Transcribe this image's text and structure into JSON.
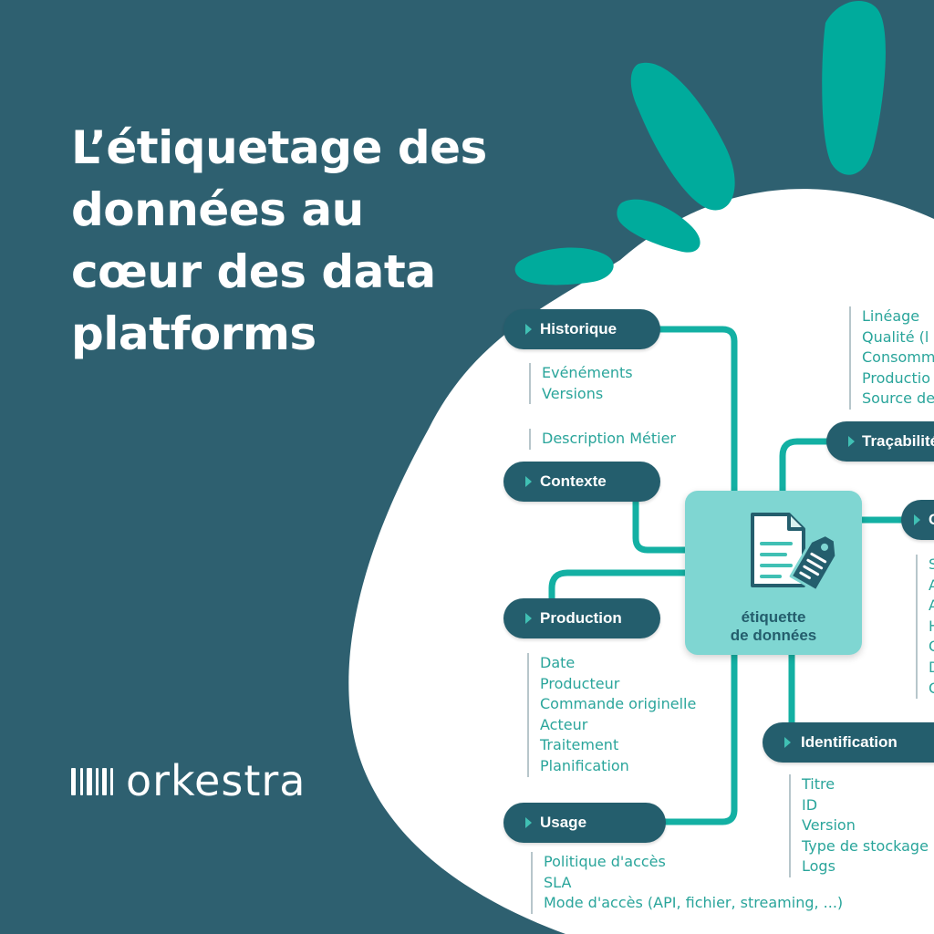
{
  "title_lines": [
    "L’étiquetage des",
    "données au",
    "cœur des data",
    "platforms"
  ],
  "brand": {
    "name": "orkestra"
  },
  "center": {
    "line1": "étiquette",
    "line2": "de données",
    "icon": "document-tag-icon"
  },
  "colors": {
    "background": "#2e6070",
    "blob": "#ffffff",
    "accent": "#00ab9c",
    "pill": "#245e6d",
    "connector": "#13b0a3",
    "center_box": "#7fd6d2",
    "item_text": "#2aa59b"
  },
  "nodes": {
    "historique": {
      "label": "Historique",
      "items": [
        "Evénéments",
        "Versions"
      ]
    },
    "contexte": {
      "label": "Contexte",
      "items": [
        "Description Métier"
      ]
    },
    "production": {
      "label": "Production",
      "items": [
        "Date",
        "Producteur",
        "Commande originelle",
        "Acteur",
        "Traitement",
        "Planification"
      ]
    },
    "usage": {
      "label": "Usage",
      "items": [
        "Politique d'accès",
        "SLA",
        "Mode d'accès (API, fichier, streaming, ...)"
      ]
    },
    "tracabilite": {
      "label": "Traçabilité",
      "items": [
        "Linéage",
        "Qualité (l",
        "Consomm",
        "Productio",
        "Source de"
      ]
    },
    "cropped": {
      "label": "C",
      "items": [
        "S",
        "A",
        "A",
        "H",
        "C",
        "D",
        "C"
      ]
    },
    "identification": {
      "label": "Identification",
      "items": [
        "Titre",
        "ID",
        "Version",
        "Type de stockage",
        "Logs"
      ]
    }
  }
}
